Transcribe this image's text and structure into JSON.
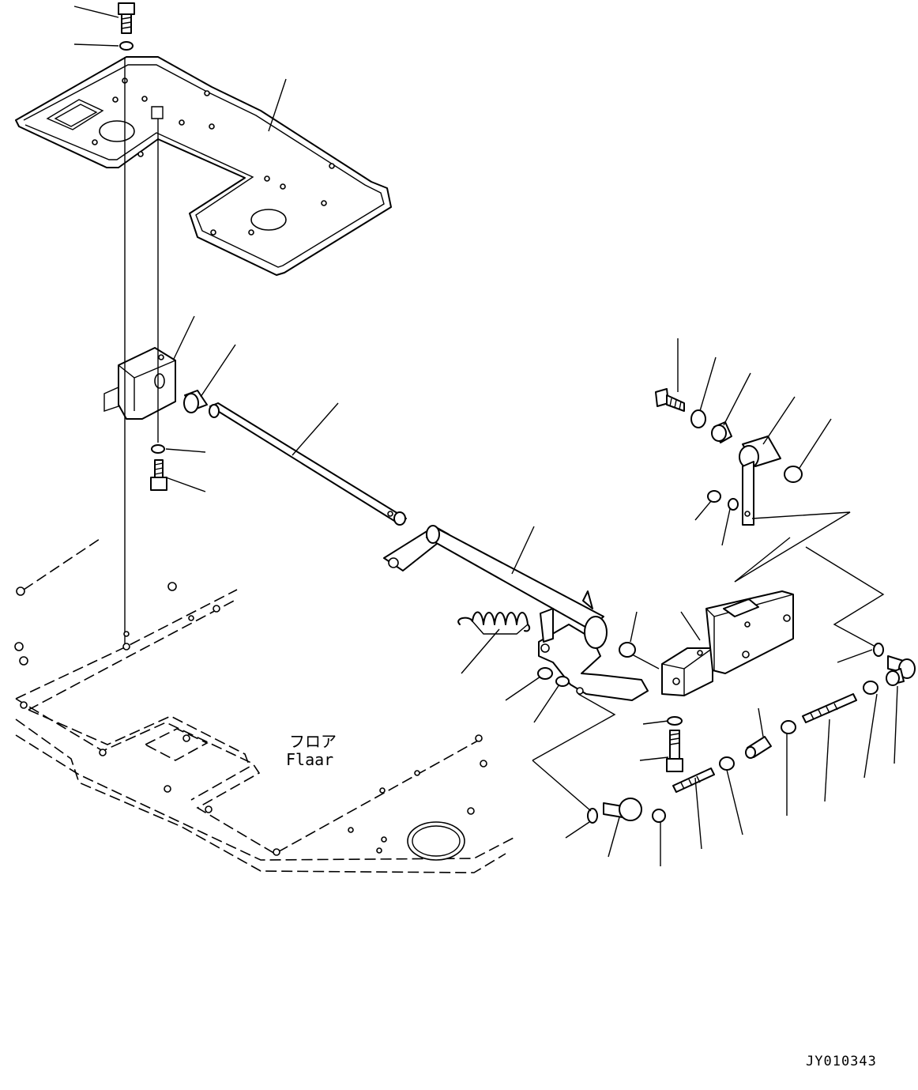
{
  "diagram": {
    "floor_label_jp": "フロア",
    "floor_label_en": "Flaar",
    "drawing_code": "JY010343"
  }
}
